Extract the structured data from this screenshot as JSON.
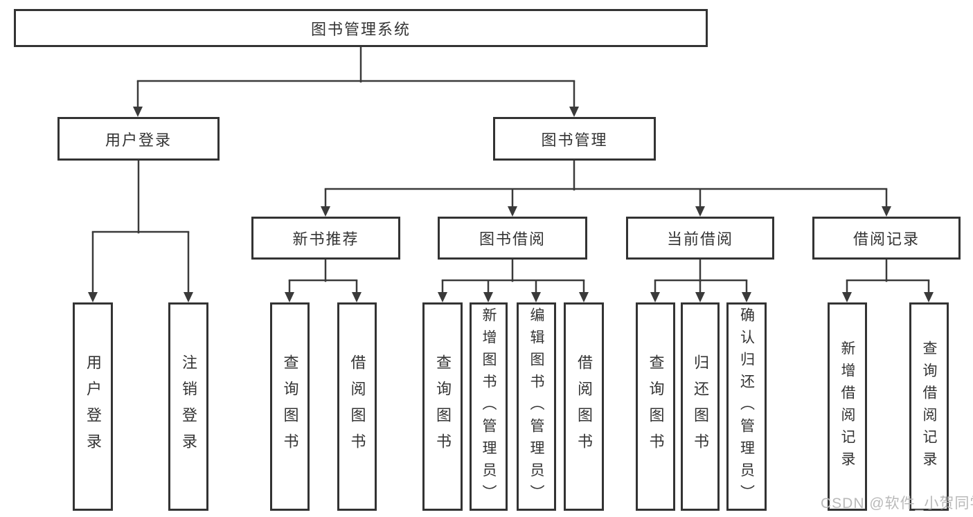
{
  "diagram": {
    "type": "hierarchy-tree",
    "root": {
      "label": "图书管理系统"
    },
    "branches": [
      {
        "label": "用户登录",
        "children": [
          {
            "label": "用户登录"
          },
          {
            "label": "注销登录"
          }
        ]
      },
      {
        "label": "图书管理",
        "children": [
          {
            "label": "新书推荐",
            "children": [
              {
                "label": "查询图书"
              },
              {
                "label": "借阅图书"
              }
            ]
          },
          {
            "label": "图书借阅",
            "children": [
              {
                "label": "查询图书"
              },
              {
                "label": "新增图书（管理员）"
              },
              {
                "label": "编辑图书（管理员）"
              },
              {
                "label": "借阅图书"
              }
            ]
          },
          {
            "label": "当前借阅",
            "children": [
              {
                "label": "查询图书"
              },
              {
                "label": "归还图书"
              },
              {
                "label": "确认归还（管理员）"
              }
            ]
          },
          {
            "label": "借阅记录",
            "children": [
              {
                "label": "新增借阅记录"
              },
              {
                "label": "查询借阅记录"
              }
            ]
          }
        ]
      }
    ]
  },
  "watermark": {
    "text": "CSDN @软件_小贺同学"
  },
  "colors": {
    "line": "#3a3a3a",
    "box_border": "#333333",
    "label_text": "#333333",
    "watermark": "#b9b9b9",
    "background": "#ffffff"
  }
}
